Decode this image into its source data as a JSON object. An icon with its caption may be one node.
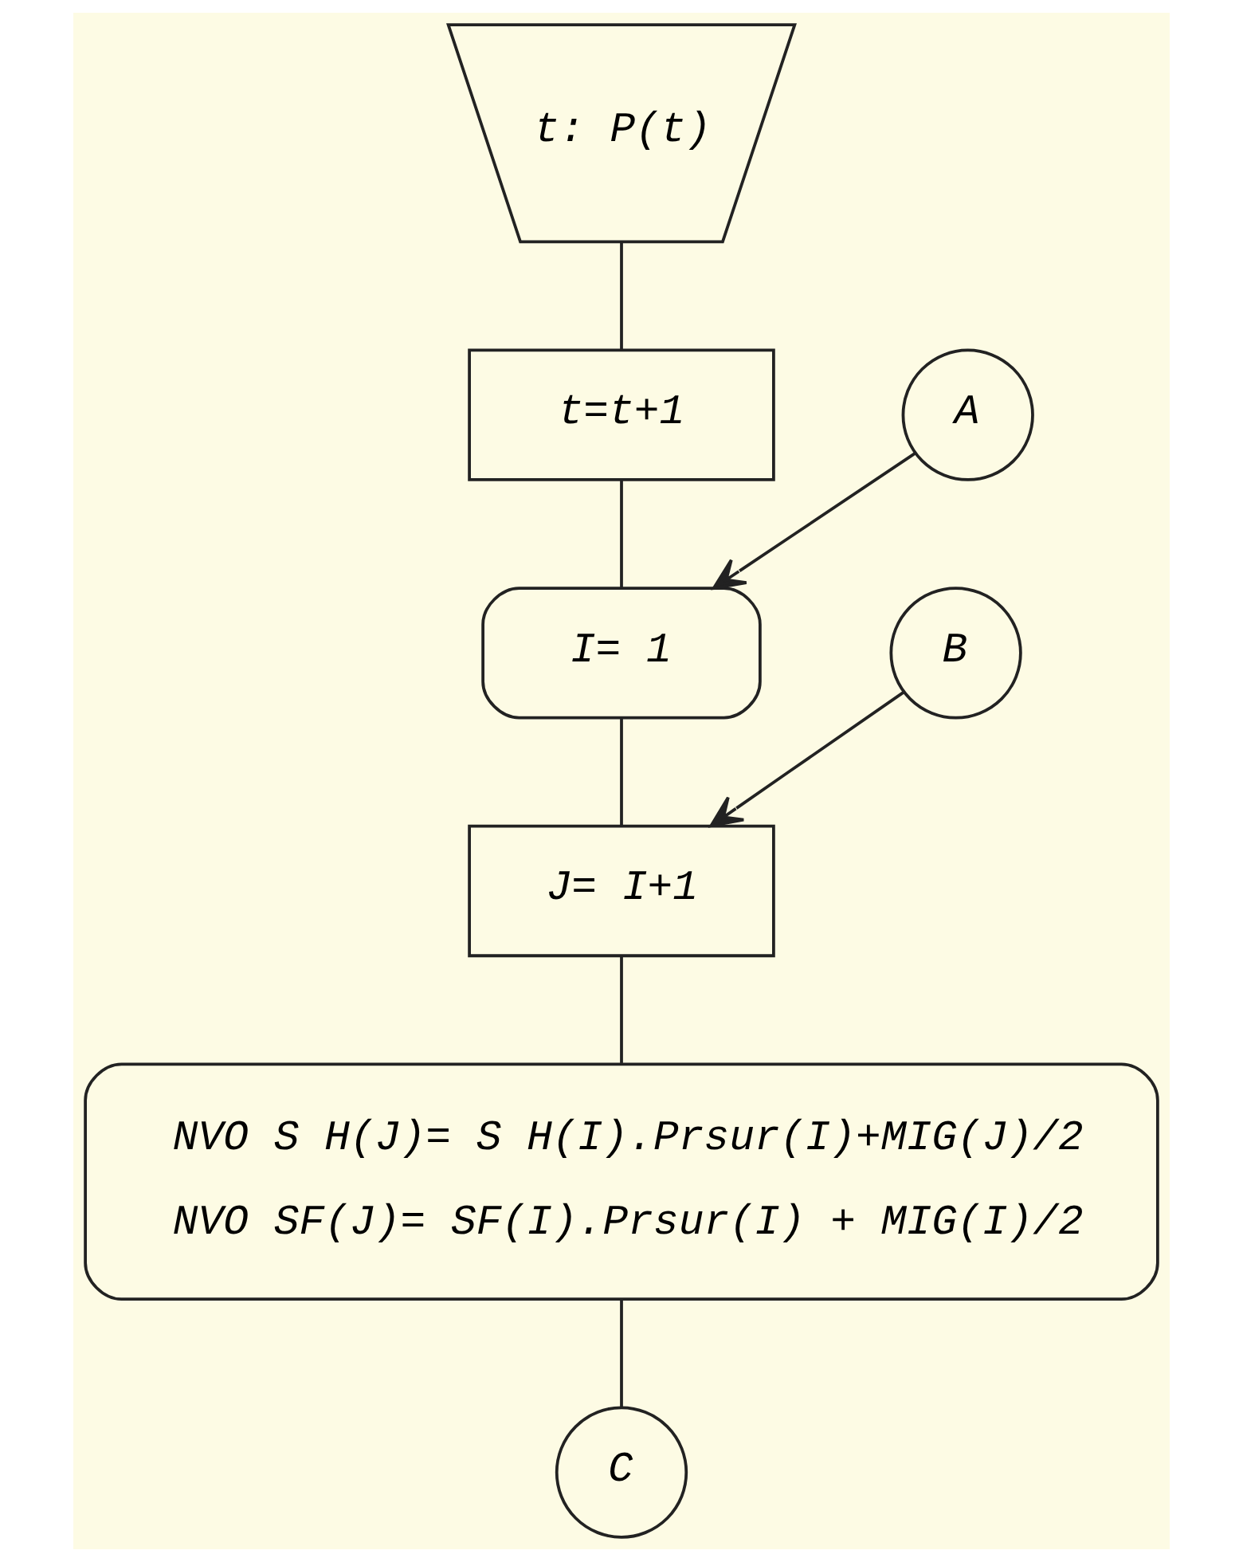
{
  "diagram": {
    "nodes": [
      {
        "text": [
          "t: P(t)"
        ]
      },
      {
        "text": [
          "t=t+1"
        ]
      },
      {
        "text": [
          "A"
        ]
      },
      {
        "text": [
          "I= 1"
        ]
      },
      {
        "text": [
          "B"
        ]
      },
      {
        "text": [
          "J= I+1"
        ]
      },
      {
        "text": [
          "NVO S H(J)= S H(I).Prsur(I)+MIG(J)/2",
          "NVO SF(J)= SF(I).Prsur(I) + MIG(I)/2"
        ]
      },
      {
        "text": [
          "C"
        ]
      }
    ],
    "edges": [
      {
        "from": 0,
        "to": 1,
        "arrow": "none"
      },
      {
        "from": 1,
        "to": 3,
        "arrow": "none"
      },
      {
        "from": 2,
        "to": 3,
        "arrow": "to"
      },
      {
        "from": 3,
        "to": 5,
        "arrow": "none"
      },
      {
        "from": 4,
        "to": 5,
        "arrow": "to"
      },
      {
        "from": 5,
        "to": 6,
        "arrow": "none"
      },
      {
        "from": 6,
        "to": 7,
        "arrow": "none"
      }
    ]
  }
}
